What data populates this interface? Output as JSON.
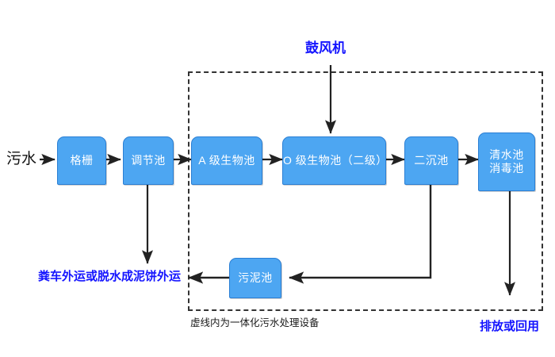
{
  "diagram": {
    "title_caption": "虚线内为一体化污水处理设备",
    "colors": {
      "node_fill": "#4da6f2",
      "node_border": "#2b7fd4",
      "node_text": "#ffffff",
      "blue_label": "#1414ff",
      "black_label": "#111111",
      "edge": "#222222",
      "dashed_region": "#333333"
    },
    "nodes": [
      {
        "id": "grille",
        "label": "格栅"
      },
      {
        "id": "regulating",
        "label": "调节池"
      },
      {
        "id": "a-stage-bio",
        "label": "A 级生物池"
      },
      {
        "id": "o-stage-bio",
        "label": "O 级生物池（二级）"
      },
      {
        "id": "secondary-sedimentation",
        "label": "二沉池"
      },
      {
        "id": "clearwater-disinfection",
        "label": "清水池\n消毒池"
      },
      {
        "id": "sludge-tank",
        "label": "污泥池"
      }
    ],
    "labels": {
      "inlet": "污水",
      "blower": "鼓风机",
      "sludge_haul": "粪车外运或脱水成泥饼外运",
      "discharge": "排放或回用",
      "region_caption": "虚线内为一体化污水处理设备"
    }
  }
}
